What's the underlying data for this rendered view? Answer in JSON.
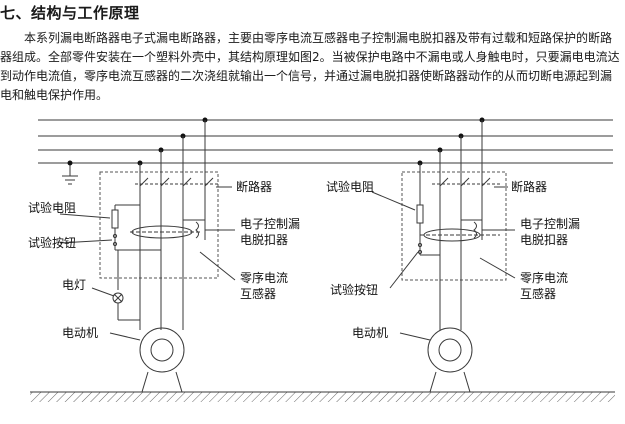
{
  "section": {
    "title": "七、结构与工作原理",
    "paragraph": "本系列漏电断路器电子式漏电断路器，主要由零序电流互感器电子控制漏电脱扣器及带有过载和短路保护的断路器组成。全部零件安装在一个塑料外壳中，其结构原理如图2。当被保护电路中不漏电或人身触电时，只要漏电电流达到动作电流值，零序电流互感器的二次浇组就输出一个信号，并通过漏电脱扣器使断路器动作的从而切断电源起到漏电和触电保护作用。"
  },
  "diagram_left": {
    "breaker": "断路器",
    "test_resistor": "试验电阻",
    "controller_line1": "电子控制漏",
    "controller_line2": "电脱扣器",
    "test_button": "试验按钮",
    "ct_line1": "零序电流",
    "ct_line2": "互感器",
    "lamp": "电灯",
    "motor": "电动机"
  },
  "diagram_right": {
    "test_resistor": "试验电阻",
    "breaker": "断路器",
    "controller_line1": "电子控制漏",
    "controller_line2": "电脱扣器",
    "ct_line1": "零序电流",
    "ct_line2": "互感器",
    "test_button": "试验按钮",
    "motor": "电动机"
  },
  "colors": {
    "line": "#3a3a3a",
    "dash": "#555555",
    "ground_hatch": "#666666"
  }
}
